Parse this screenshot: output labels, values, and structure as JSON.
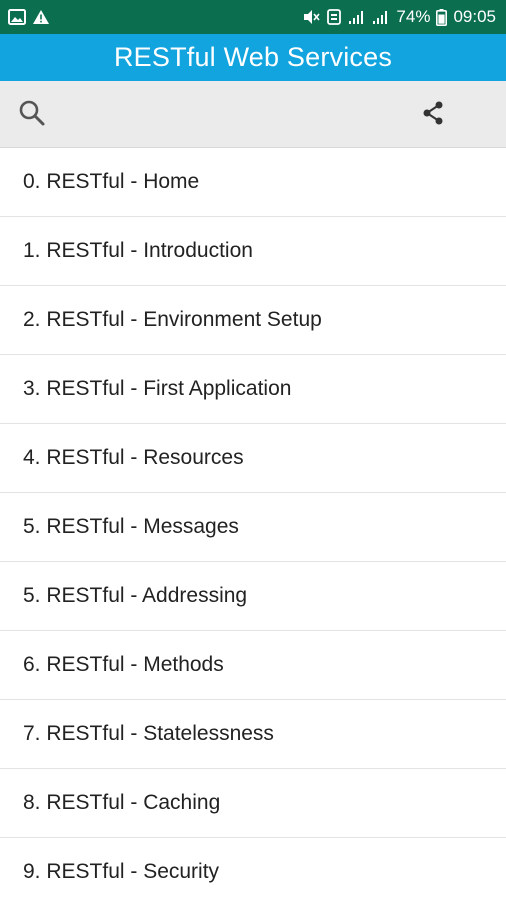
{
  "status_bar": {
    "battery_percent": "74%",
    "time": "09:05",
    "left_icons": [
      "image-icon",
      "warning-icon"
    ],
    "right_icons": [
      "mute-icon",
      "data-saver-icon",
      "signal-icon",
      "signal-icon",
      "battery-icon"
    ]
  },
  "app": {
    "title": "RESTful Web Services"
  },
  "toolbar": {
    "search_icon": "search-icon",
    "share_icon": "share-icon"
  },
  "topics": [
    "0. RESTful - Home",
    "1. RESTful - Introduction",
    "2. RESTful - Environment Setup",
    "3. RESTful - First Application",
    "4. RESTful - Resources",
    "5. RESTful - Messages",
    "5. RESTful - Addressing",
    "6. RESTful - Methods",
    "7. RESTful - Statelessness",
    "8. RESTful - Caching",
    "9. RESTful - Security"
  ],
  "colors": {
    "status_bar": "#0b6e4f",
    "title_bar": "#12a4df",
    "toolbar": "#ebebeb"
  }
}
